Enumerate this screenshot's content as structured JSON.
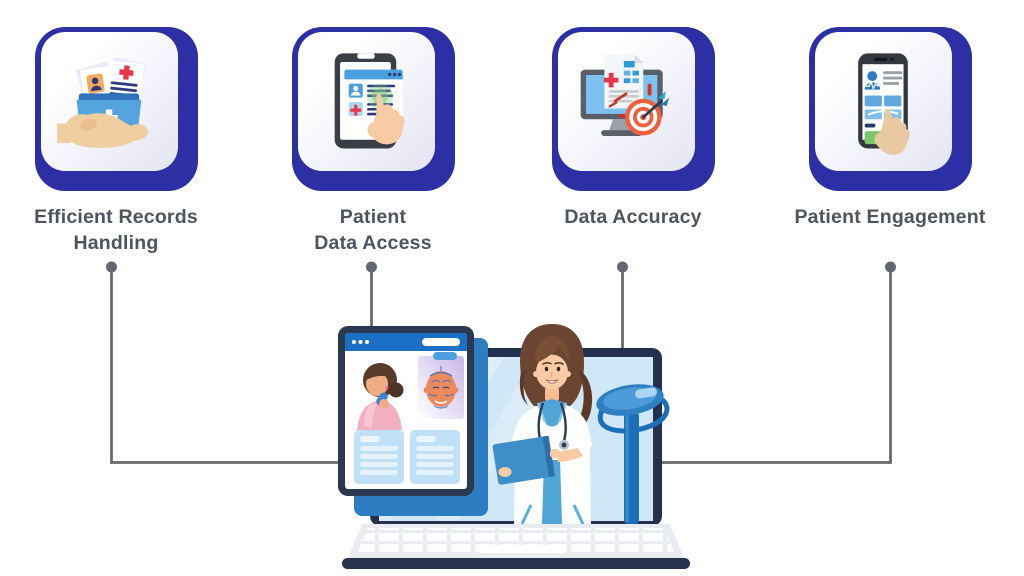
{
  "features": [
    {
      "id": "efficient-records-handling",
      "label": "Efficient Records\nHandling",
      "icon": "records-in-hand-icon"
    },
    {
      "id": "patient-data-access",
      "label": "Patient\nData Access",
      "icon": "tablet-tap-icon"
    },
    {
      "id": "data-accuracy",
      "label": "Data Accuracy",
      "icon": "monitor-target-icon"
    },
    {
      "id": "patient-engagement",
      "label": "Patient Engagement",
      "icon": "phone-tap-icon"
    }
  ],
  "illustration": {
    "name": "doctor-telehealth-laptop",
    "elements": [
      "laptop-with-keyboard",
      "tablet-patient-consultation-app",
      "female-doctor-with-clipboard",
      "face-roller-device"
    ]
  },
  "colors": {
    "card_border": "#2D2FA4",
    "card_gradient_end": "#E9E9F6",
    "label_text": "#4E555F",
    "connector_line": "#6B6B6B",
    "connector_dot": "#63686F",
    "background": "#FFFFFF"
  }
}
